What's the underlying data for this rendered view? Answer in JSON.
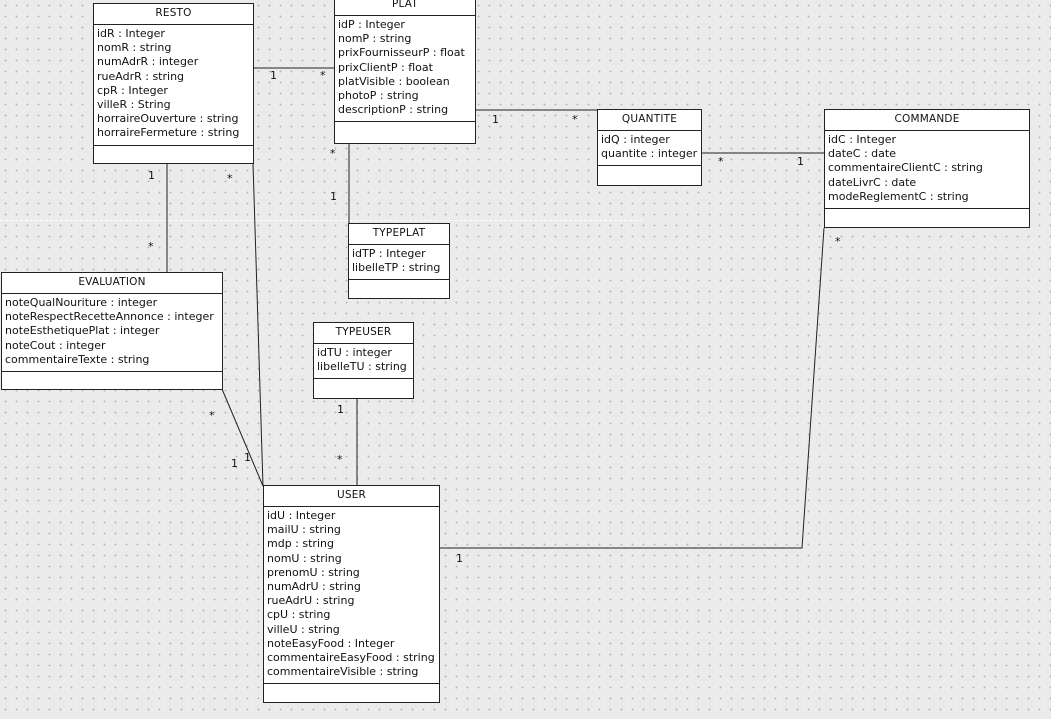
{
  "classes": {
    "resto": {
      "name": "RESTO",
      "attributes": [
        "idR : Integer",
        "nomR : string",
        "numAdrR : integer",
        "rueAdrR : string",
        "cpR : Integer",
        "villeR : String",
        "horraireOuverture : string",
        "horraireFermeture : string"
      ]
    },
    "plat": {
      "name": "PLAT",
      "attributes": [
        "idP : Integer",
        "nomP : string",
        "prixFournisseurP : float",
        "prixClientP : float",
        "platVisible : boolean",
        "photoP : string",
        "descriptionP : string"
      ]
    },
    "quantite": {
      "name": "QUANTITE",
      "attributes": [
        "idQ : integer",
        "quantite : integer"
      ]
    },
    "commande": {
      "name": "COMMANDE",
      "attributes": [
        "idC : Integer",
        "dateC : date",
        "commentaireClientC : string",
        "dateLivrC : date",
        "modeReglementC : string"
      ]
    },
    "typeplat": {
      "name": "TYPEPLAT",
      "attributes": [
        "idTP : Integer",
        "libelleTP : string"
      ]
    },
    "evaluation": {
      "name": "EVALUATION",
      "attributes": [
        "noteQualNouriture : integer",
        "noteRespectRecetteAnnonce : integer",
        "noteEsthetiquePlat : integer",
        "noteCout : integer",
        "commentaireTexte : string"
      ]
    },
    "typeuser": {
      "name": "TYPEUSER",
      "attributes": [
        "idTU : integer",
        "libelleTU : string"
      ]
    },
    "user": {
      "name": "USER",
      "attributes": [
        "idU : Integer",
        "mailU : string",
        "mdp : string",
        "nomU : string",
        "prenomU : string",
        "numAdrU : string",
        "rueAdrU : string",
        "cpU : string",
        "villeU : string",
        "noteEasyFood : Integer",
        "commentaireEasyFood : string",
        "commentaireVisible : string"
      ]
    }
  },
  "multiplicities": {
    "resto_plat_resto": "1",
    "resto_plat_plat": "*",
    "plat_quantite_plat": "1",
    "plat_quantite_quantite": "*",
    "quantite_commande_quantite": "*",
    "quantite_commande_commande": "1",
    "plat_typeplat_plat": "*",
    "plat_typeplat_typeplat": "1",
    "resto_evaluation_resto": "1",
    "resto_evaluation_evaluation": "*",
    "resto_user_resto": "*",
    "resto_user_user": "1",
    "evaluation_user_evaluation": "*",
    "evaluation_user_user": "1",
    "typeuser_user_typeuser": "1",
    "typeuser_user_user": "*",
    "commande_user_commande": "*",
    "commande_user_user": "1"
  }
}
